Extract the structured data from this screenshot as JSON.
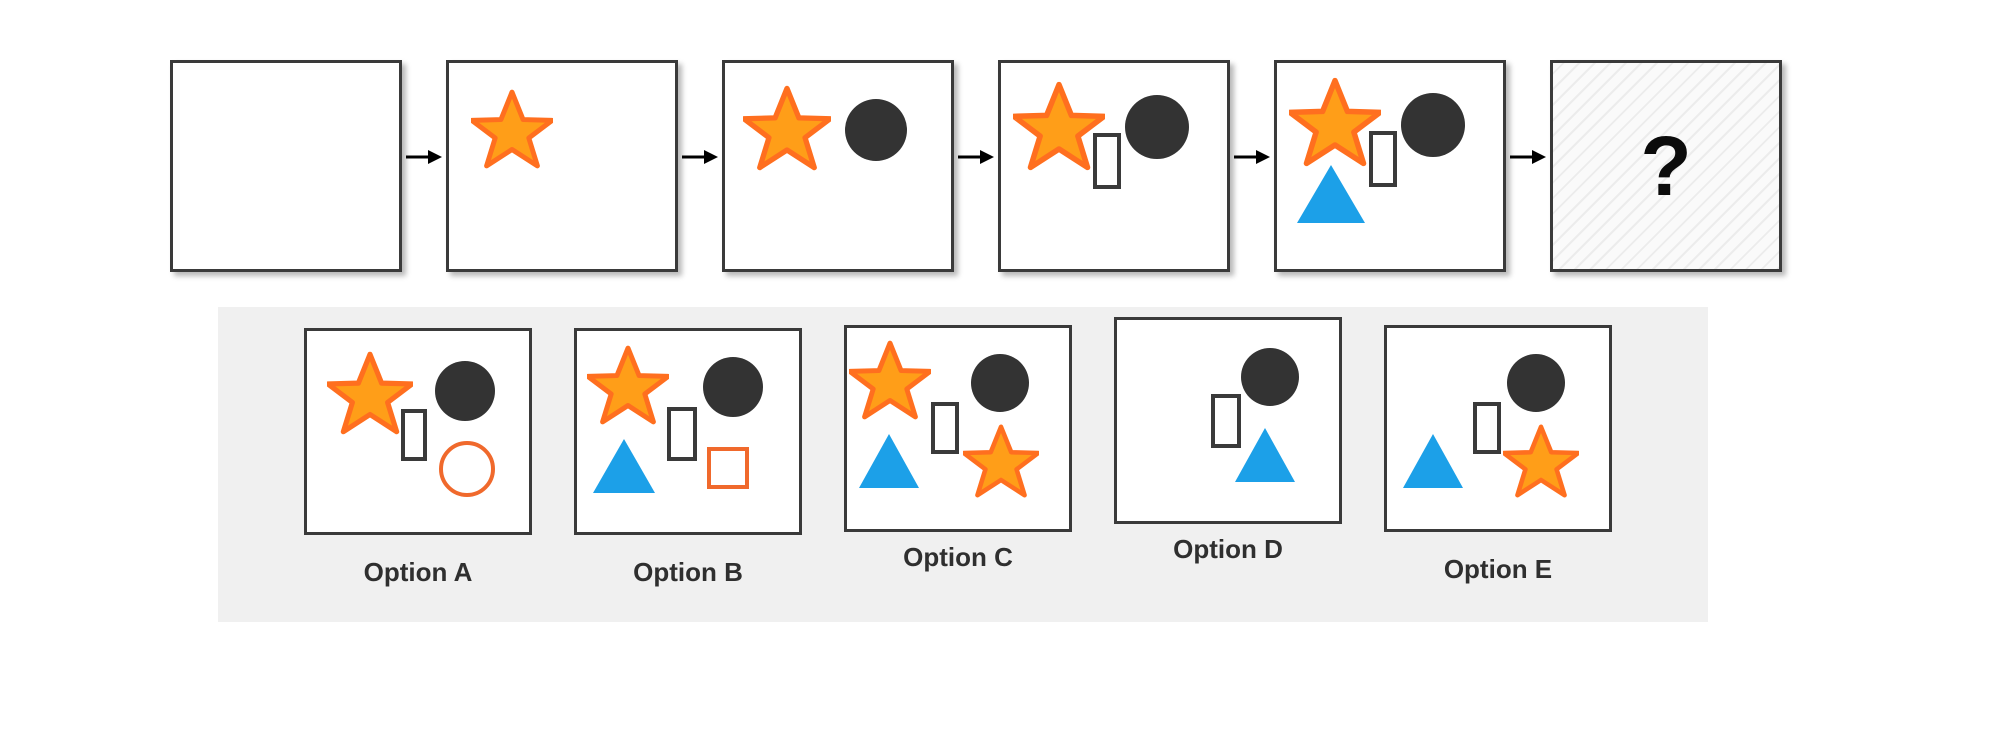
{
  "puzzle": {
    "type": "visual-sequence-reasoning",
    "question_mark": "?",
    "arrow_glyph": "right-arrow",
    "colors": {
      "star_fill": "#FF9E18",
      "star_stroke": "#FF6F1F",
      "circle_fill": "#333333",
      "triangle_fill": "#1CA0E8",
      "rect_stroke": "#3A3A3A",
      "orange_outline": "#F0692C",
      "panel_border": "#3A3A3A",
      "band_background": "#F0F0F0",
      "page_background": "#FFFFFF"
    },
    "sequence": {
      "name": "sequence-row",
      "panels": [
        {
          "id": "panel-1",
          "shapes": []
        },
        {
          "id": "panel-2",
          "shapes": [
            "orange-star"
          ]
        },
        {
          "id": "panel-3",
          "shapes": [
            "orange-star",
            "dark-circle"
          ]
        },
        {
          "id": "panel-4",
          "shapes": [
            "orange-star",
            "dark-circle",
            "white-rectangle"
          ]
        },
        {
          "id": "panel-5",
          "shapes": [
            "orange-star",
            "dark-circle",
            "white-rectangle",
            "blue-triangle"
          ]
        },
        {
          "id": "panel-6",
          "shapes": [],
          "hatched": true,
          "content": "?"
        }
      ]
    },
    "options": {
      "name": "answer-options",
      "items": [
        {
          "id": "option-a",
          "label": "Option A",
          "shapes": [
            "orange-star",
            "dark-circle",
            "white-rectangle",
            "orange-circle-outline"
          ]
        },
        {
          "id": "option-b",
          "label": "Option B",
          "shapes": [
            "orange-star",
            "dark-circle",
            "white-rectangle",
            "blue-triangle",
            "orange-square-outline"
          ]
        },
        {
          "id": "option-c",
          "label": "Option C",
          "shapes": [
            "orange-star",
            "dark-circle",
            "white-rectangle",
            "blue-triangle",
            "orange-star-2"
          ]
        },
        {
          "id": "option-d",
          "label": "Option D",
          "shapes": [
            "dark-circle",
            "white-rectangle",
            "blue-triangle"
          ]
        },
        {
          "id": "option-e",
          "label": "Option E",
          "shapes": [
            "dark-circle",
            "white-rectangle",
            "blue-triangle",
            "orange-star-2"
          ]
        }
      ]
    }
  }
}
